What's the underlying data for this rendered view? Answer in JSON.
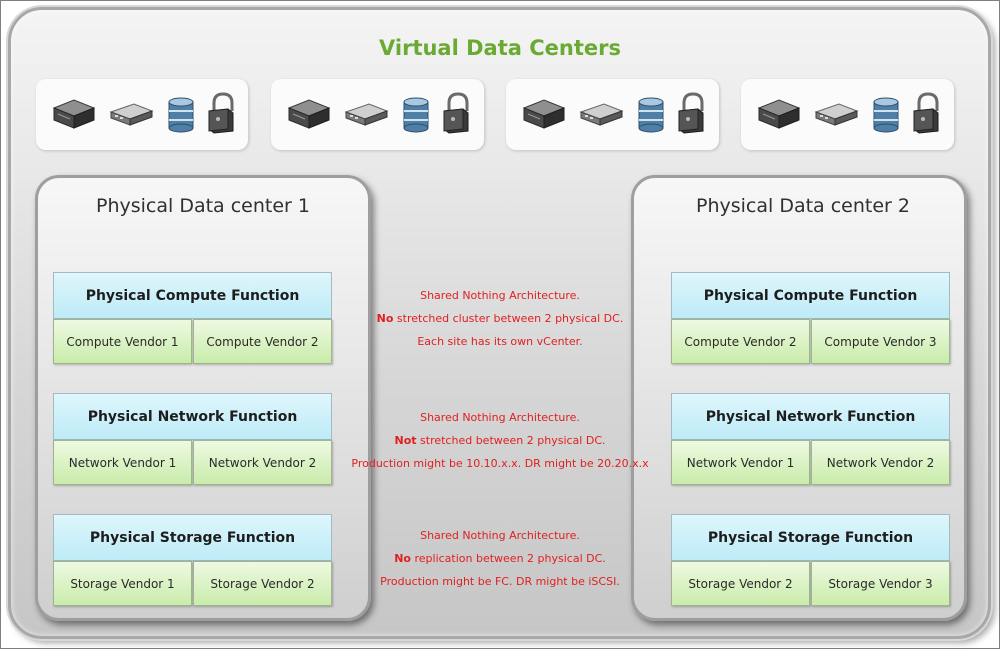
{
  "title": "Virtual Data Centers",
  "virtual_dcs": [
    {
      "icons": [
        "server-icon",
        "switch-icon",
        "storage-icon",
        "lock-icon"
      ]
    },
    {
      "icons": [
        "server-icon",
        "switch-icon",
        "storage-icon",
        "lock-icon"
      ]
    },
    {
      "icons": [
        "server-icon",
        "switch-icon",
        "storage-icon",
        "lock-icon"
      ]
    },
    {
      "icons": [
        "server-icon",
        "switch-icon",
        "storage-icon",
        "lock-icon"
      ]
    }
  ],
  "dc1": {
    "title": "Physical Data center 1",
    "functions": [
      {
        "title": "Physical Compute Function",
        "vendors": [
          "Compute  Vendor 1",
          "Compute  Vendor 2"
        ]
      },
      {
        "title": "Physical Network Function",
        "vendors": [
          "Network  Vendor 1",
          "Network  Vendor 2"
        ]
      },
      {
        "title": "Physical Storage Function",
        "vendors": [
          "Storage  Vendor  1",
          "Storage  Vendor  2"
        ]
      }
    ]
  },
  "dc2": {
    "title": "Physical Data center 2",
    "functions": [
      {
        "title": "Physical Compute Function",
        "vendors": [
          "Compute  Vendor 2",
          "Compute  Vendor 3"
        ]
      },
      {
        "title": "Physical Network Function",
        "vendors": [
          "Network  Vendor 1",
          "Network  Vendor 2"
        ]
      },
      {
        "title": "Physical Storage Function",
        "vendors": [
          "Storage  Vendor  2",
          "Storage  Vendor  3"
        ]
      }
    ]
  },
  "notes": {
    "compute": {
      "line1": "Shared Nothing  Architecture.",
      "line2_bold": "No",
      "line2_rest": " stretched cluster between 2 physical DC.",
      "line3": "Each site has its own vCenter."
    },
    "network": {
      "line1": "Shared Nothing  Architecture.",
      "line2_bold": "Not",
      "line2_rest": " stretched between 2 physical DC.",
      "line3": "Production  might be 10.10.x.x. DR might be 20.20.x.x"
    },
    "storage": {
      "line1": "Shared Nothing  Architecture.",
      "line2_bold": "No",
      "line2_rest": " replication between 2 physical DC.",
      "line3": "Production  might be FC. DR might be iSCSI."
    }
  },
  "colors": {
    "title": "#6aaa32",
    "note": "#e02020",
    "function_header": "#c8eefa",
    "vendor": "#d6f1bd"
  }
}
